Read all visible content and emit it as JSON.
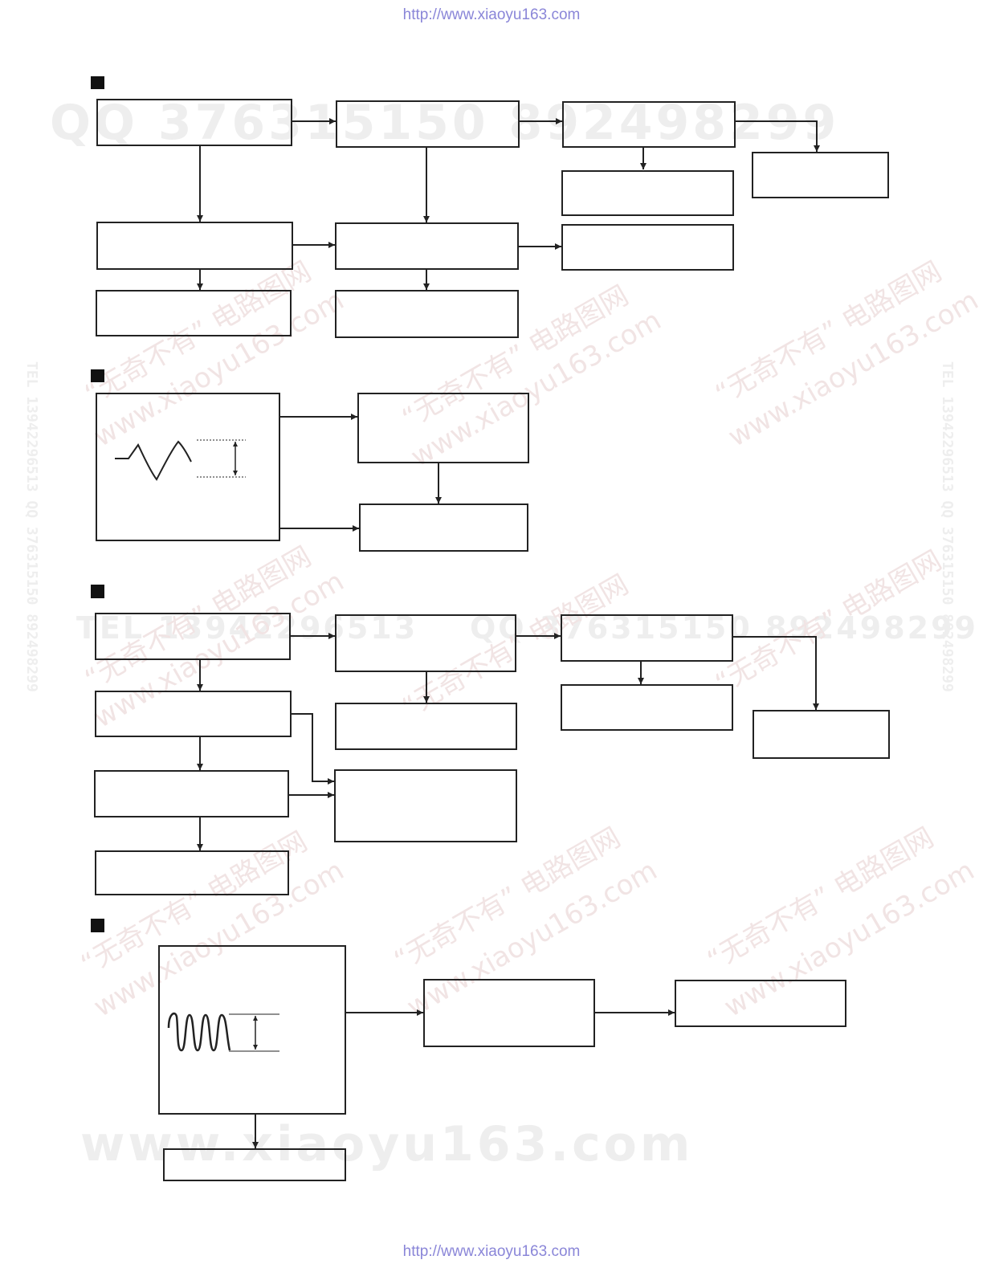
{
  "header_url": "http://www.xiaoyu163.com",
  "footer_url": "http://www.xiaoyu163.com",
  "colors": {
    "line": "#222222",
    "url": "#8a86d8",
    "watermark": "#eeeeee",
    "watermark_diag": "#f1e4e4"
  },
  "watermarks": {
    "qq_top": "QQ 376315150  892498299",
    "tel_mid": "TEL 13942296513",
    "qq_mid": "QQ 376315150  892498299",
    "site_bottom": "www.xiaoyu163.com",
    "slogan": "“无奇不有” 电路图网",
    "site_diag": "www.xiaoyu163.com",
    "vertical_left": "TEL 13942296513   QQ 376315150   892498299",
    "vertical_right": "TEL 13942296513   QQ 376315150   892498299"
  },
  "sections": [
    {
      "id": "section-1",
      "marker_icon": "filled-square-icon"
    },
    {
      "id": "section-2",
      "marker_icon": "filled-square-icon",
      "waveform_icon": "sawtooth-waveform-icon"
    },
    {
      "id": "section-3",
      "marker_icon": "filled-square-icon"
    },
    {
      "id": "section-4",
      "marker_icon": "filled-square-icon",
      "waveform_icon": "sine-waveform-icon"
    }
  ]
}
